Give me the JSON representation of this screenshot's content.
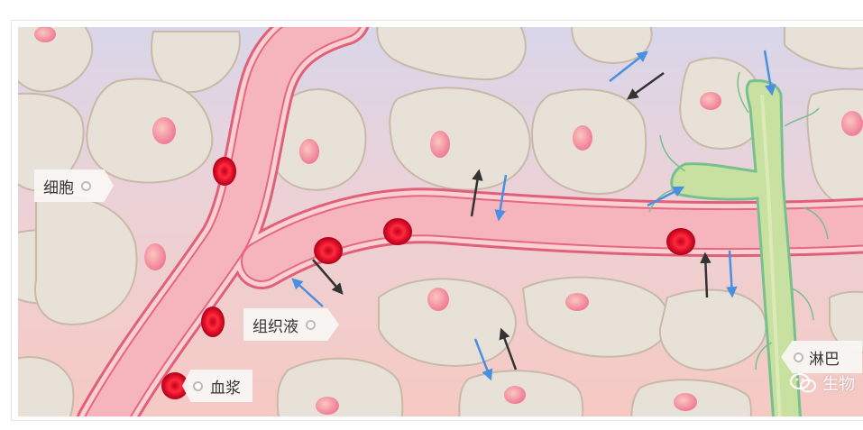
{
  "labels": {
    "cell": "细胞",
    "tissue_fluid": "组织液",
    "plasma": "血浆",
    "lymph": "淋巴"
  },
  "watermark": "生物",
  "colors": {
    "background_top": "#d9d6ea",
    "background_bottom": "#f6c9c3",
    "cell_fill": "#e8e1d8",
    "cell_outline": "#c9b9a8",
    "nucleus": "#f08aa0",
    "capillary_wall": "#e0607a",
    "capillary_lumen": "#f6b5bd",
    "red_blood_cell": "#e8102a",
    "lymph_vessel": "#c8e0a0",
    "lymph_outline": "#78c090",
    "arrow_out": "#4a90e2",
    "arrow_in": "#333333"
  }
}
